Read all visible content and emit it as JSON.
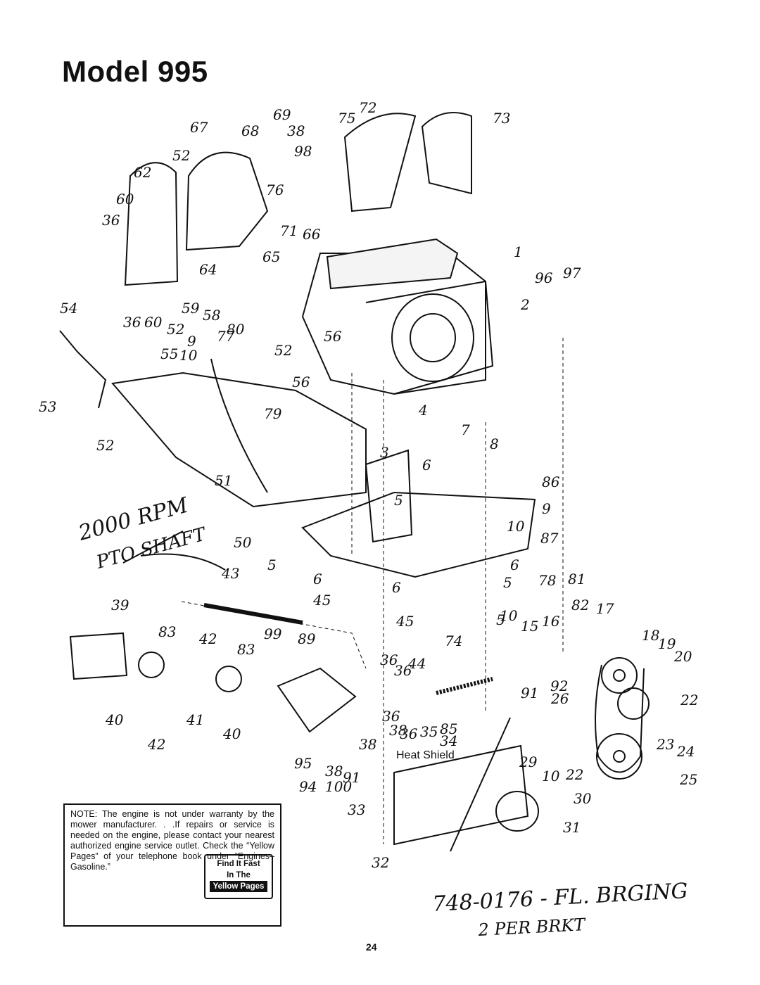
{
  "page": {
    "title": "Model 995",
    "page_number": "24"
  },
  "diagram": {
    "callouts": [
      "1",
      "2",
      "3",
      "4",
      "5",
      "5",
      "5",
      "5",
      "6",
      "6",
      "6",
      "6",
      "7",
      "8",
      "9",
      "9",
      "10",
      "10",
      "10",
      "10",
      "15",
      "16",
      "17",
      "18",
      "19",
      "20",
      "22",
      "22",
      "23",
      "24",
      "25",
      "26",
      "29",
      "30",
      "31",
      "32",
      "33",
      "34",
      "35",
      "36",
      "36",
      "36",
      "36",
      "36",
      "36",
      "38",
      "38",
      "38",
      "38",
      "39",
      "40",
      "40",
      "41",
      "42",
      "42",
      "43",
      "44",
      "45",
      "45",
      "50",
      "51",
      "52",
      "52",
      "52",
      "52",
      "53",
      "54",
      "55",
      "56",
      "56",
      "58",
      "59",
      "60",
      "60",
      "62",
      "64",
      "65",
      "66",
      "67",
      "68",
      "69",
      "71",
      "72",
      "73",
      "74",
      "75",
      "76",
      "77",
      "78",
      "79",
      "80",
      "81",
      "82",
      "83",
      "83",
      "85",
      "86",
      "87",
      "89",
      "91",
      "91",
      "92",
      "94",
      "95",
      "96",
      "97",
      "98",
      "99",
      "100"
    ],
    "heat_shield_label": "Heat Shield"
  },
  "handwritten": {
    "rpm_note_line1": "2000 RPM",
    "rpm_note_line2": "PTO SHAFT",
    "part_note_line1": "748-0176 - FL. BRGING",
    "part_note_line2": "2 PER BRKT"
  },
  "note": {
    "text": "NOTE: The engine is not under warranty by the mower manufacturer. . .If repairs or service is needed on the engine, please contact your nearest authorized engine service outlet. Check the “Yellow Pages” of your telephone book under “Engines–Gasoline.”",
    "badge_line1": "Find It Fast",
    "badge_line2": "In The",
    "badge_line3": "Yellow Pages"
  }
}
